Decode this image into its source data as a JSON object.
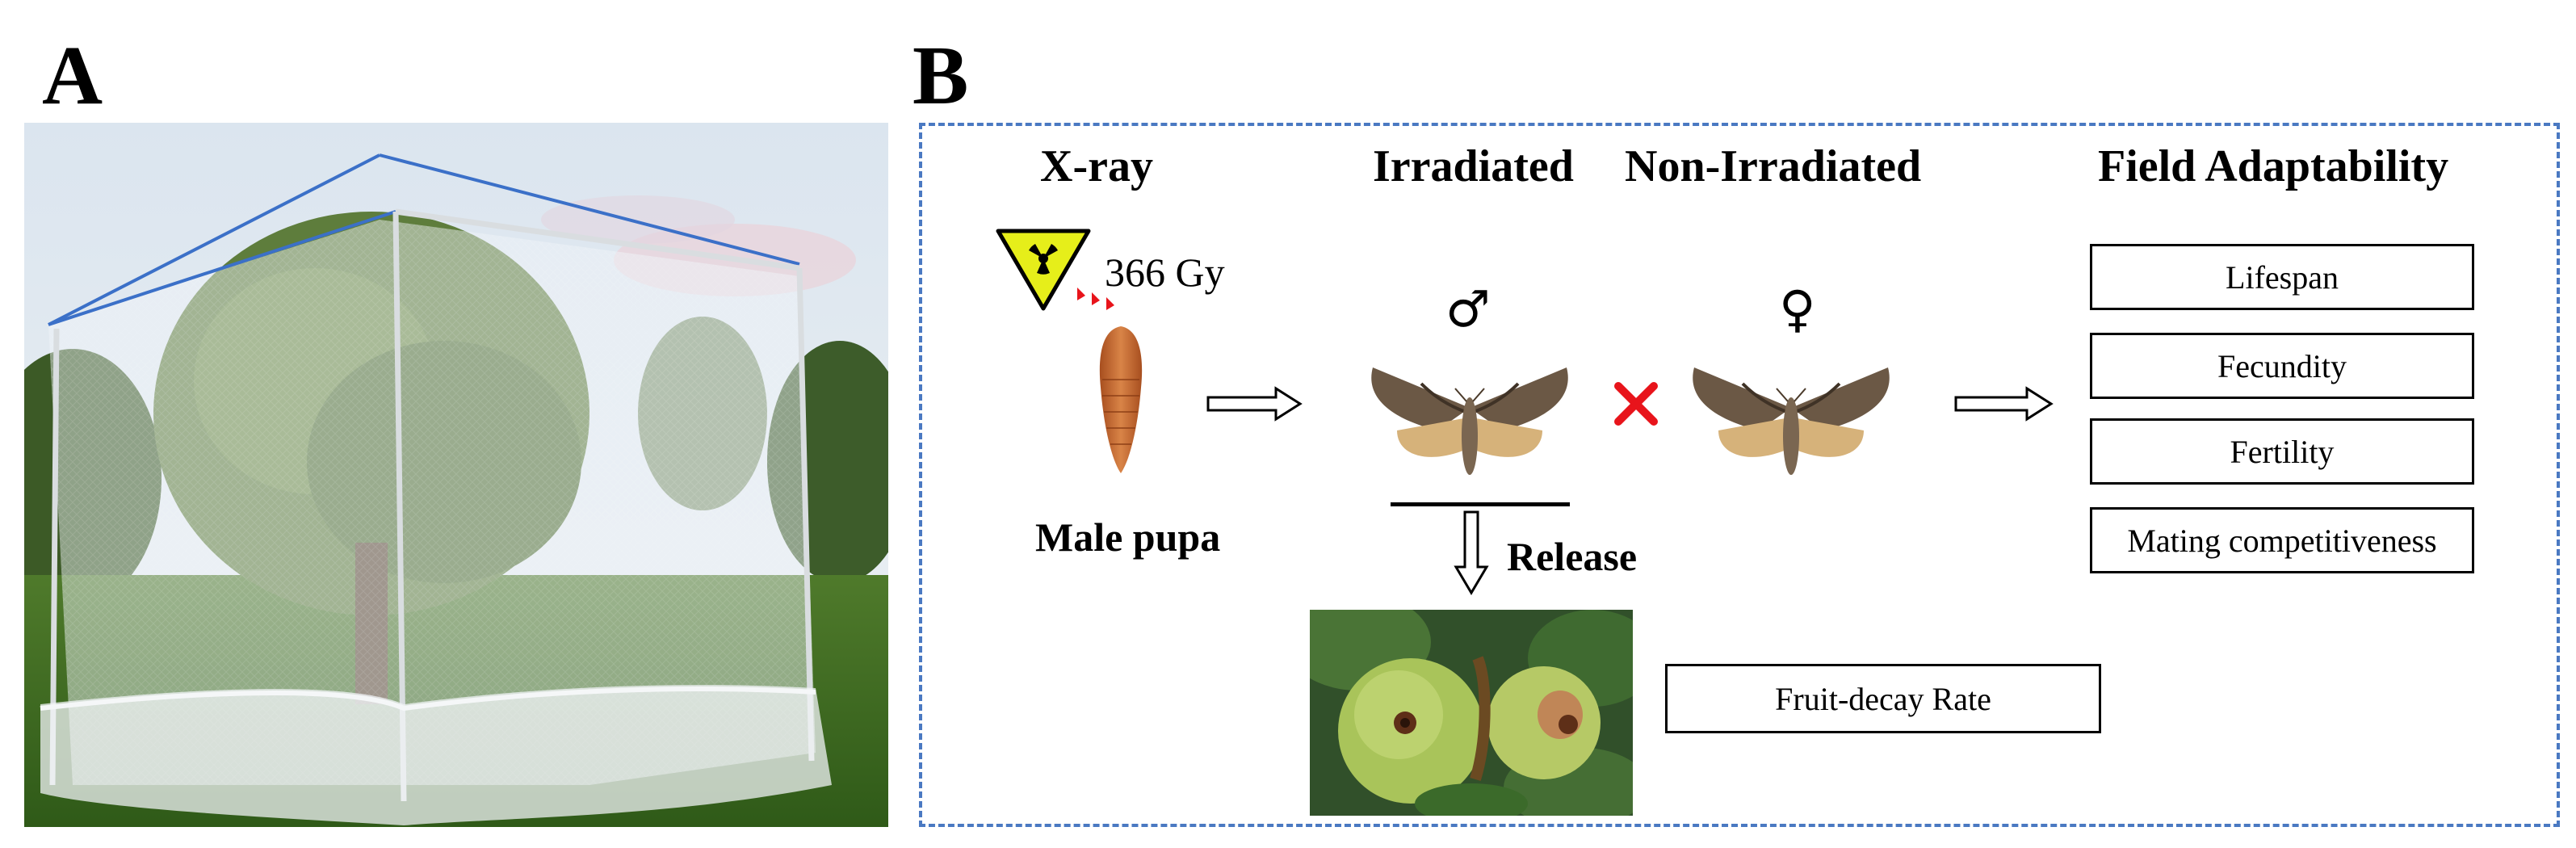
{
  "panel_a": {
    "letter": "A"
  },
  "panel_b": {
    "letter": "B",
    "headers": {
      "xray": "X-ray",
      "irradiated": "Irradiated",
      "non_irradiated": "Non-Irradiated",
      "field_adaptability": "Field Adaptability"
    },
    "dose": "366 Gy",
    "male_pupa": "Male pupa",
    "male_symbol": "♂",
    "female_symbol": "♀",
    "release": "Release",
    "traits": [
      "Lifespan",
      "Fecundity",
      "Fertility",
      "Mating competitiveness"
    ],
    "fruit_decay": "Fruit-decay Rate",
    "icons": [
      "radiation-icon",
      "pupa-icon",
      "moth-icon",
      "cross-icon",
      "apple-photo",
      "arrow-icon"
    ],
    "colors": {
      "frame_border": "#4a79c2",
      "cross": "#e8141b",
      "radiation_fill": "#e6ee1a",
      "pupa": "#c96a2e"
    }
  }
}
